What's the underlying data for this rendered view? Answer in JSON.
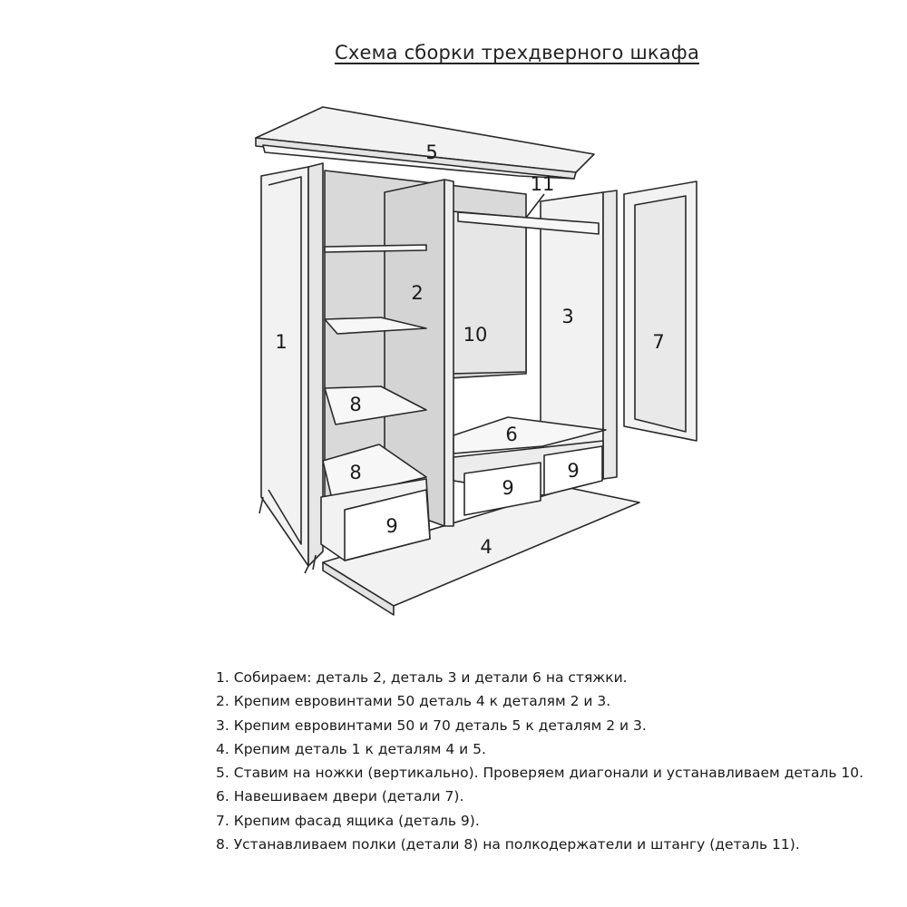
{
  "title": "Схема сборки трехдверного шкафа",
  "parts": {
    "p1": "1",
    "p2": "2",
    "p3": "3",
    "p4": "4",
    "p5": "5",
    "p6": "6",
    "p7": "7",
    "p8a": "8",
    "p8b": "8",
    "p9a": "9",
    "p9b": "9",
    "p9c": "9",
    "p10": "10",
    "p11": "11"
  },
  "steps": [
    "1. Собираем: деталь 2, деталь 3 и детали 6 на стяжки.",
    "2. Крепим евровинтами 50 деталь 4 к деталям 2 и 3.",
    "3. Крепим евровинтами 50 и 70 деталь 5 к деталям 2 и 3.",
    "4. Крепим деталь 1 к деталям 4 и 5.",
    "5. Ставим на ножки (вертикально). Проверяем диагонали и устанавливаем деталь 10.",
    "6. Навешиваем двери (детали 7).",
    "7. Крепим фасад ящика (деталь 9).",
    "8. Устанавливаем полки (детали 8) на полкодержатели и штангу (деталь 11)."
  ],
  "colors": {
    "panel": "#f2f2f2",
    "back": "#d9d9d9",
    "line": "#2a2a2a"
  }
}
